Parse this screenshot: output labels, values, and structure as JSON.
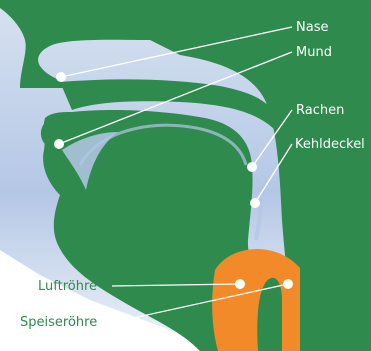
{
  "colors": {
    "tissue": "#2f8a4d",
    "background_top": "#d7e2f0",
    "background_mid": "#b4c7e6",
    "background_bottom": "#eef3f8",
    "airway_orange": "#f28a2a",
    "label_white": "#ffffff",
    "label_green": "#2f8a4d",
    "leader_line": "#ffffff"
  },
  "labels": {
    "nase": "Nase",
    "mund": "Mund",
    "rachen": "Rachen",
    "kehldeckel": "Kehldeckel",
    "luftroehre": "Luftröhre",
    "speiseroehre": "Speiseröhre"
  }
}
